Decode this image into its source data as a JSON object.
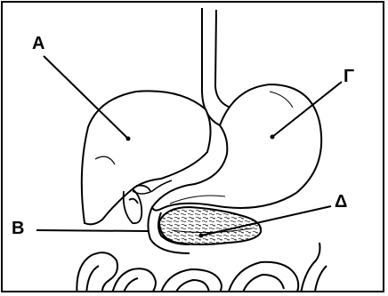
{
  "labels": {
    "a": "Α",
    "g": "Γ",
    "d": "Δ",
    "b": "Β"
  },
  "organs": [
    "liver",
    "stomach",
    "pancreas",
    "duodenum",
    "esophagus",
    "gallbladder",
    "intestines"
  ],
  "colors": {
    "outline": "#000000",
    "background": "#ffffff"
  }
}
